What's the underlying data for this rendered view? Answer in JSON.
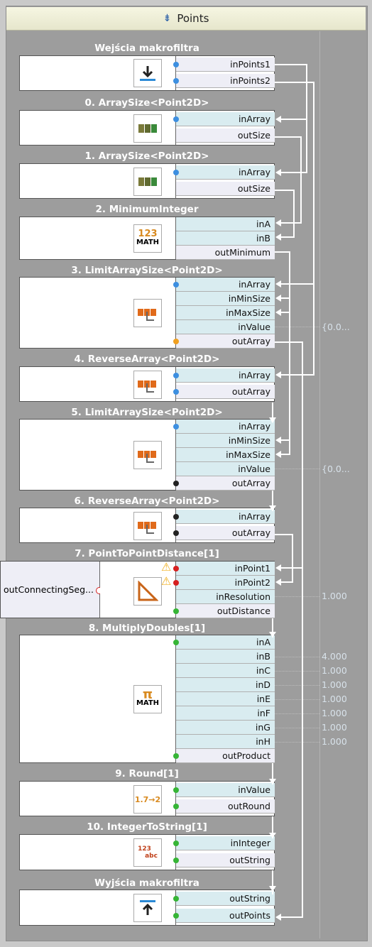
{
  "window": {
    "title": "Points"
  },
  "blocks": [
    {
      "title": "Wejścia makrofiltra",
      "ports": [
        "inPoints1",
        "inPoints2"
      ]
    },
    {
      "title": "0. ArraySize<Point2D>",
      "ports": [
        "inArray",
        "outSize"
      ]
    },
    {
      "title": "1. ArraySize<Point2D>",
      "ports": [
        "inArray",
        "outSize"
      ]
    },
    {
      "title": "2. MinimumInteger",
      "ports": [
        "inA",
        "inB",
        "outMinimum"
      ]
    },
    {
      "title": "3. LimitArraySize<Point2D>",
      "ports": [
        "inArray",
        "inMinSize",
        "inMaxSize",
        "inValue",
        "outArray"
      ]
    },
    {
      "title": "4. ReverseArray<Point2D>",
      "ports": [
        "inArray",
        "outArray"
      ]
    },
    {
      "title": "5. LimitArraySize<Point2D>",
      "ports": [
        "inArray",
        "inMinSize",
        "inMaxSize",
        "inValue",
        "outArray"
      ]
    },
    {
      "title": "6. ReverseArray<Point2D>",
      "ports": [
        "inArray",
        "outArray"
      ]
    },
    {
      "title": "7. PointToPointDistance[1]",
      "ports": [
        "inPoint1",
        "inPoint2",
        "inResolution",
        "outDistance"
      ],
      "side_output": "outConnectingSeg..."
    },
    {
      "title": "8. MultiplyDoubles[1]",
      "ports": [
        "inA",
        "inB",
        "inC",
        "inD",
        "inE",
        "inF",
        "inG",
        "inH",
        "outProduct"
      ]
    },
    {
      "title": "9. Round[1]",
      "ports": [
        "inValue",
        "outRound"
      ]
    },
    {
      "title": "10. IntegerToString[1]",
      "ports": [
        "inInteger",
        "outString"
      ]
    },
    {
      "title": "Wyjścia makrofiltra",
      "ports": [
        "outString",
        "outPoints"
      ]
    }
  ],
  "constants": {
    "b3_inValue": "{0.0...",
    "b5_inValue": "{0.0...",
    "b7_inResolution": "1.000",
    "b8_inB": "4.000",
    "b8_inC": "1.000",
    "b8_inD": "1.000",
    "b8_inE": "1.000",
    "b8_inF": "1.000",
    "b8_inG": "1.000",
    "b8_inH": "1.000"
  },
  "icon_labels": {
    "math": "MATH",
    "round": "1.7→2",
    "int_to_str_top": "123",
    "int_to_str_bottom": "abc"
  },
  "colors": {
    "in_port_bg": "#d9ecf0",
    "out_port_bg": "#eeeef6",
    "connection": "#ffffff",
    "dot_blue": "#3d8fe0",
    "dot_green": "#36b536",
    "dot_orange": "#f0a020",
    "dot_black": "#222222",
    "dot_red": "#d62020"
  }
}
